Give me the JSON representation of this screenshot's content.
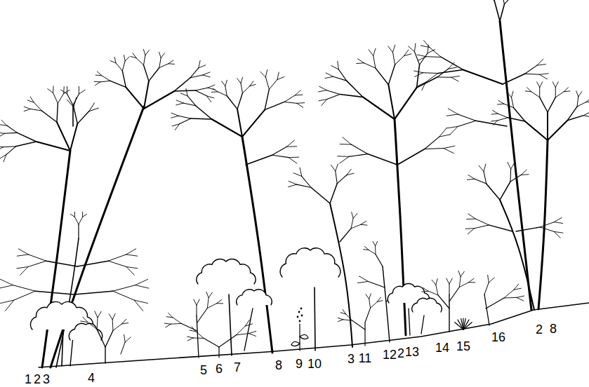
{
  "diagram": {
    "labels": [
      "1",
      "2",
      "3",
      "4",
      "5",
      "6",
      "7",
      "8",
      "9",
      "10",
      "3",
      "11",
      "12",
      "2",
      "13",
      "14",
      "15",
      "16",
      "2",
      "8"
    ]
  }
}
